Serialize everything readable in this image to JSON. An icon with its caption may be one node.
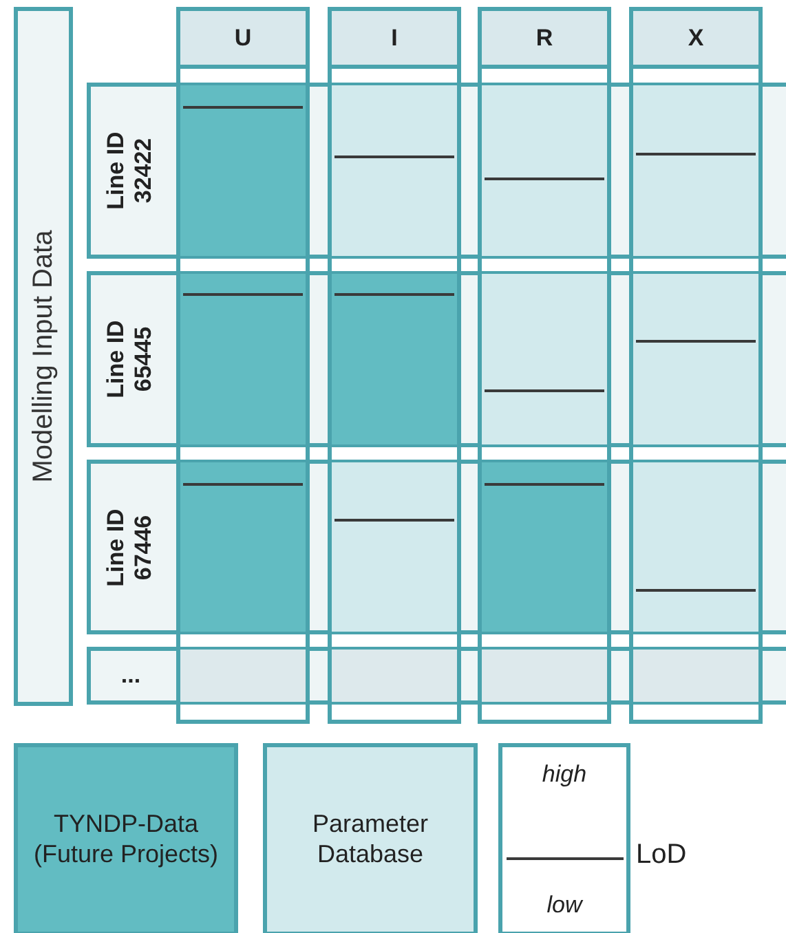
{
  "diagram": {
    "nodes": [
      {
        "text": [
          "Modelling Input Data"
        ]
      },
      {
        "text": [
          "U"
        ]
      },
      {
        "text": [
          "I"
        ]
      },
      {
        "text": [
          "R"
        ]
      },
      {
        "text": [
          "X"
        ]
      },
      {
        "text": [
          "Line ID 32422"
        ]
      },
      {
        "text": [
          "Line ID 65445"
        ]
      },
      {
        "text": [
          "Line ID 67446"
        ]
      },
      {
        "text": [
          "..."
        ]
      },
      {
        "text": [],
        "shape": "box"
      },
      {
        "text": [],
        "shape": "box"
      },
      {
        "text": [],
        "shape": "box"
      },
      {
        "text": [],
        "shape": "box"
      },
      {
        "text": [],
        "shape": "box"
      },
      {
        "text": [],
        "shape": "box"
      },
      {
        "text": [],
        "shape": "box"
      },
      {
        "text": [],
        "shape": "box"
      },
      {
        "text": [],
        "shape": "box"
      },
      {
        "text": [],
        "shape": "box"
      },
      {
        "text": [],
        "shape": "box"
      },
      {
        "text": [],
        "shape": "box"
      },
      {
        "text": [],
        "shape": "box"
      },
      {
        "text": [],
        "shape": "box"
      },
      {
        "text": [],
        "shape": "box"
      },
      {
        "text": [],
        "shape": "box"
      },
      {
        "text": [
          "TYNDP-Data (Future Projects)"
        ]
      },
      {
        "text": [
          "Parameter Database"
        ]
      },
      {
        "text": [
          "high",
          "low"
        ],
        "beside": [
          "LoD"
        ]
      }
    ]
  }
}
